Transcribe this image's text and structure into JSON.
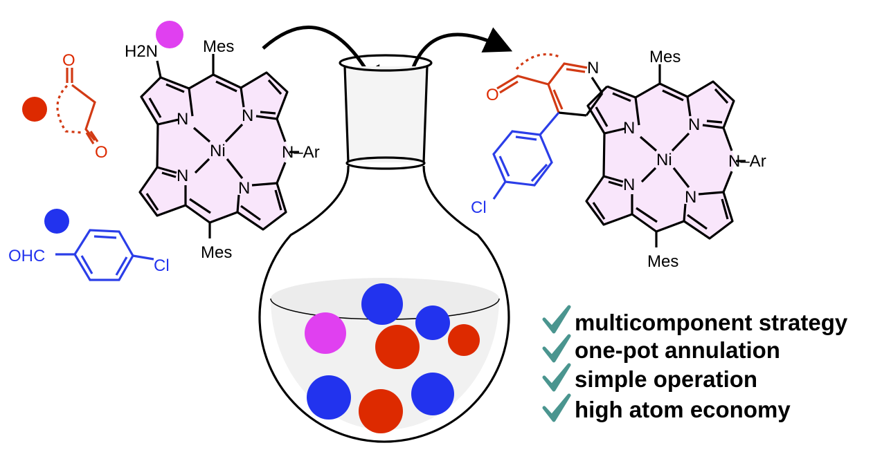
{
  "colors": {
    "magenta": "#e040f0",
    "red": "#dd2a00",
    "blue": "#2233ee",
    "teal": "#4a958f",
    "porphyrin_fill": "#f9e6fb"
  },
  "reagents": {
    "amine": "H2N",
    "meso_top": "Mes",
    "meso_bottom": "Mes",
    "metal": "Ni",
    "n_aryl": "N–Ar",
    "nitrogen": "N",
    "carbonyl_o": "O",
    "aldehyde": "OHC",
    "chloro": "Cl"
  },
  "product": {
    "meso_top": "Mes",
    "meso_bottom": "Mes",
    "metal": "Ni",
    "n_aryl": "N–Ar",
    "nitrogen": "N",
    "carbonyl_o": "O",
    "chloro": "Cl"
  },
  "features": [
    {
      "icon": "checkmark-icon",
      "label": "multicomponent strategy"
    },
    {
      "icon": "checkmark-icon",
      "label": "one-pot annulation"
    },
    {
      "icon": "checkmark-icon",
      "label": "simple operation"
    },
    {
      "icon": "checkmark-icon",
      "label": "high atom economy"
    }
  ]
}
